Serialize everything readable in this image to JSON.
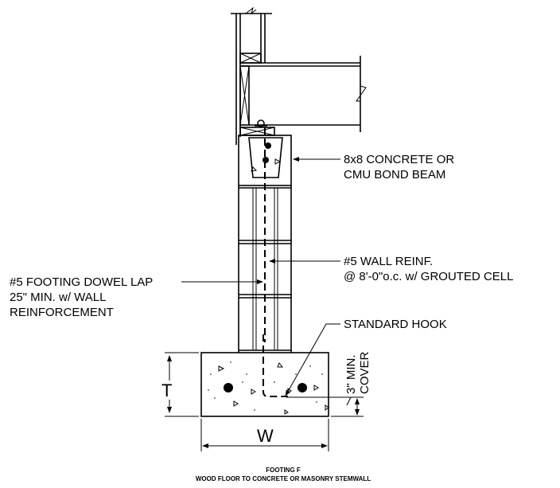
{
  "labels": {
    "bond_beam_1": "8x8 CONCRETE OR",
    "bond_beam_2": "CMU BOND BEAM",
    "wall_reinf_1": "#5 WALL REINF.",
    "wall_reinf_2": "@ 8'-0\"o.c. w/ GROUTED CELL",
    "dowel_1": "#5 FOOTING DOWEL LAP",
    "dowel_2": "25\" MIN. w/ WALL",
    "dowel_3": "REINFORCEMENT",
    "hook": "STANDARD HOOK",
    "cover_1": "3\" MIN.",
    "cover_2": "COVER",
    "dim_t": "T",
    "dim_w": "W"
  },
  "caption": {
    "title": "FOOTING F",
    "subtitle": "WOOD FLOOR TO CONCRETE OR MASONRY STEMWALL"
  }
}
